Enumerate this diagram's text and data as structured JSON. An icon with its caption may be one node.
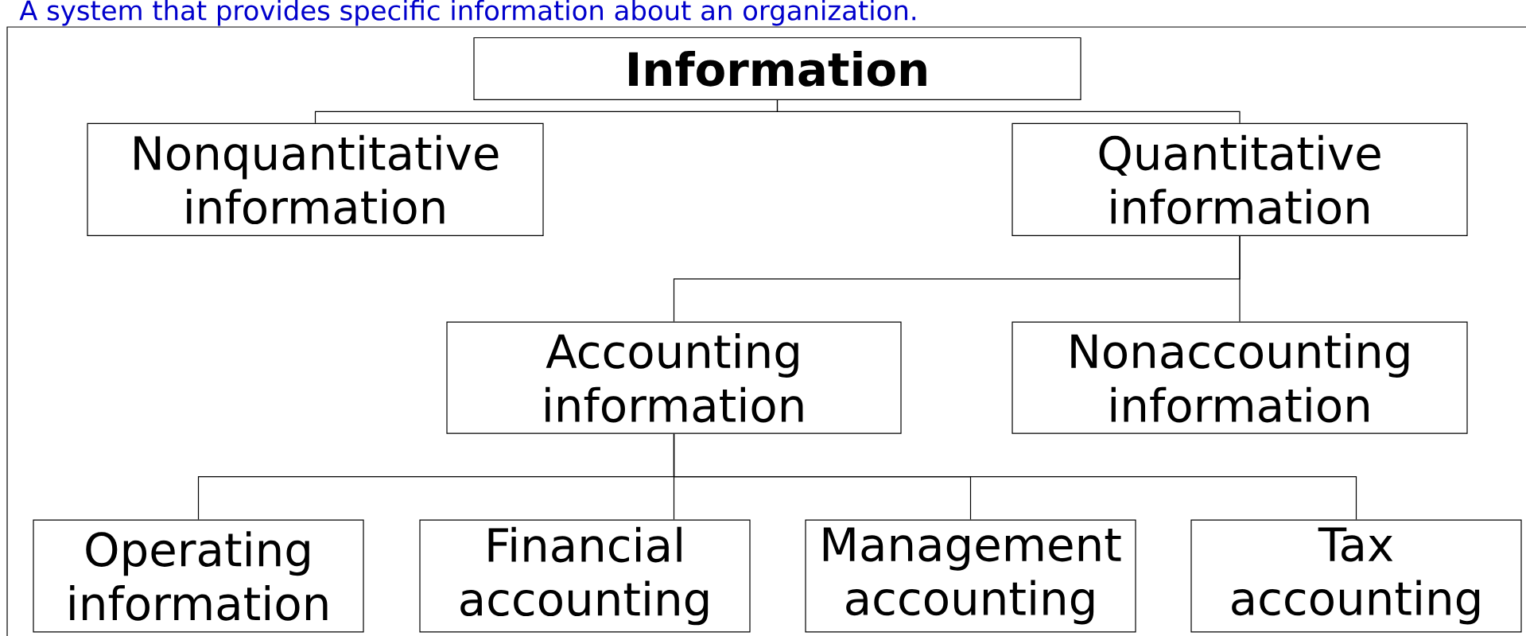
{
  "diagram": {
    "title": "A system that provides specific information about an organization.",
    "nodes": [
      {
        "text": [
          "Information"
        ]
      },
      {
        "text": [
          "Nonquantitative information"
        ]
      },
      {
        "text": [
          "Quantitative information"
        ]
      },
      {
        "text": [
          "Accounting information"
        ]
      },
      {
        "text": [
          "Nonaccounting information"
        ]
      },
      {
        "text": [
          "Operating information"
        ]
      },
      {
        "text": [
          "Financial accounting"
        ]
      },
      {
        "text": [
          "Management accounting"
        ]
      },
      {
        "text": [
          "Tax accounting"
        ]
      }
    ],
    "edges": [
      {
        "from": 0,
        "to": 1,
        "arrow": "none"
      },
      {
        "from": 0,
        "to": 2,
        "arrow": "none"
      },
      {
        "from": 2,
        "to": 3,
        "arrow": "none"
      },
      {
        "from": 2,
        "to": 4,
        "arrow": "none"
      },
      {
        "from": 3,
        "to": 5,
        "arrow": "none"
      },
      {
        "from": 3,
        "to": 6,
        "arrow": "none"
      },
      {
        "from": 3,
        "to": 7,
        "arrow": "none"
      },
      {
        "from": 3,
        "to": 8,
        "arrow": "none"
      }
    ]
  }
}
